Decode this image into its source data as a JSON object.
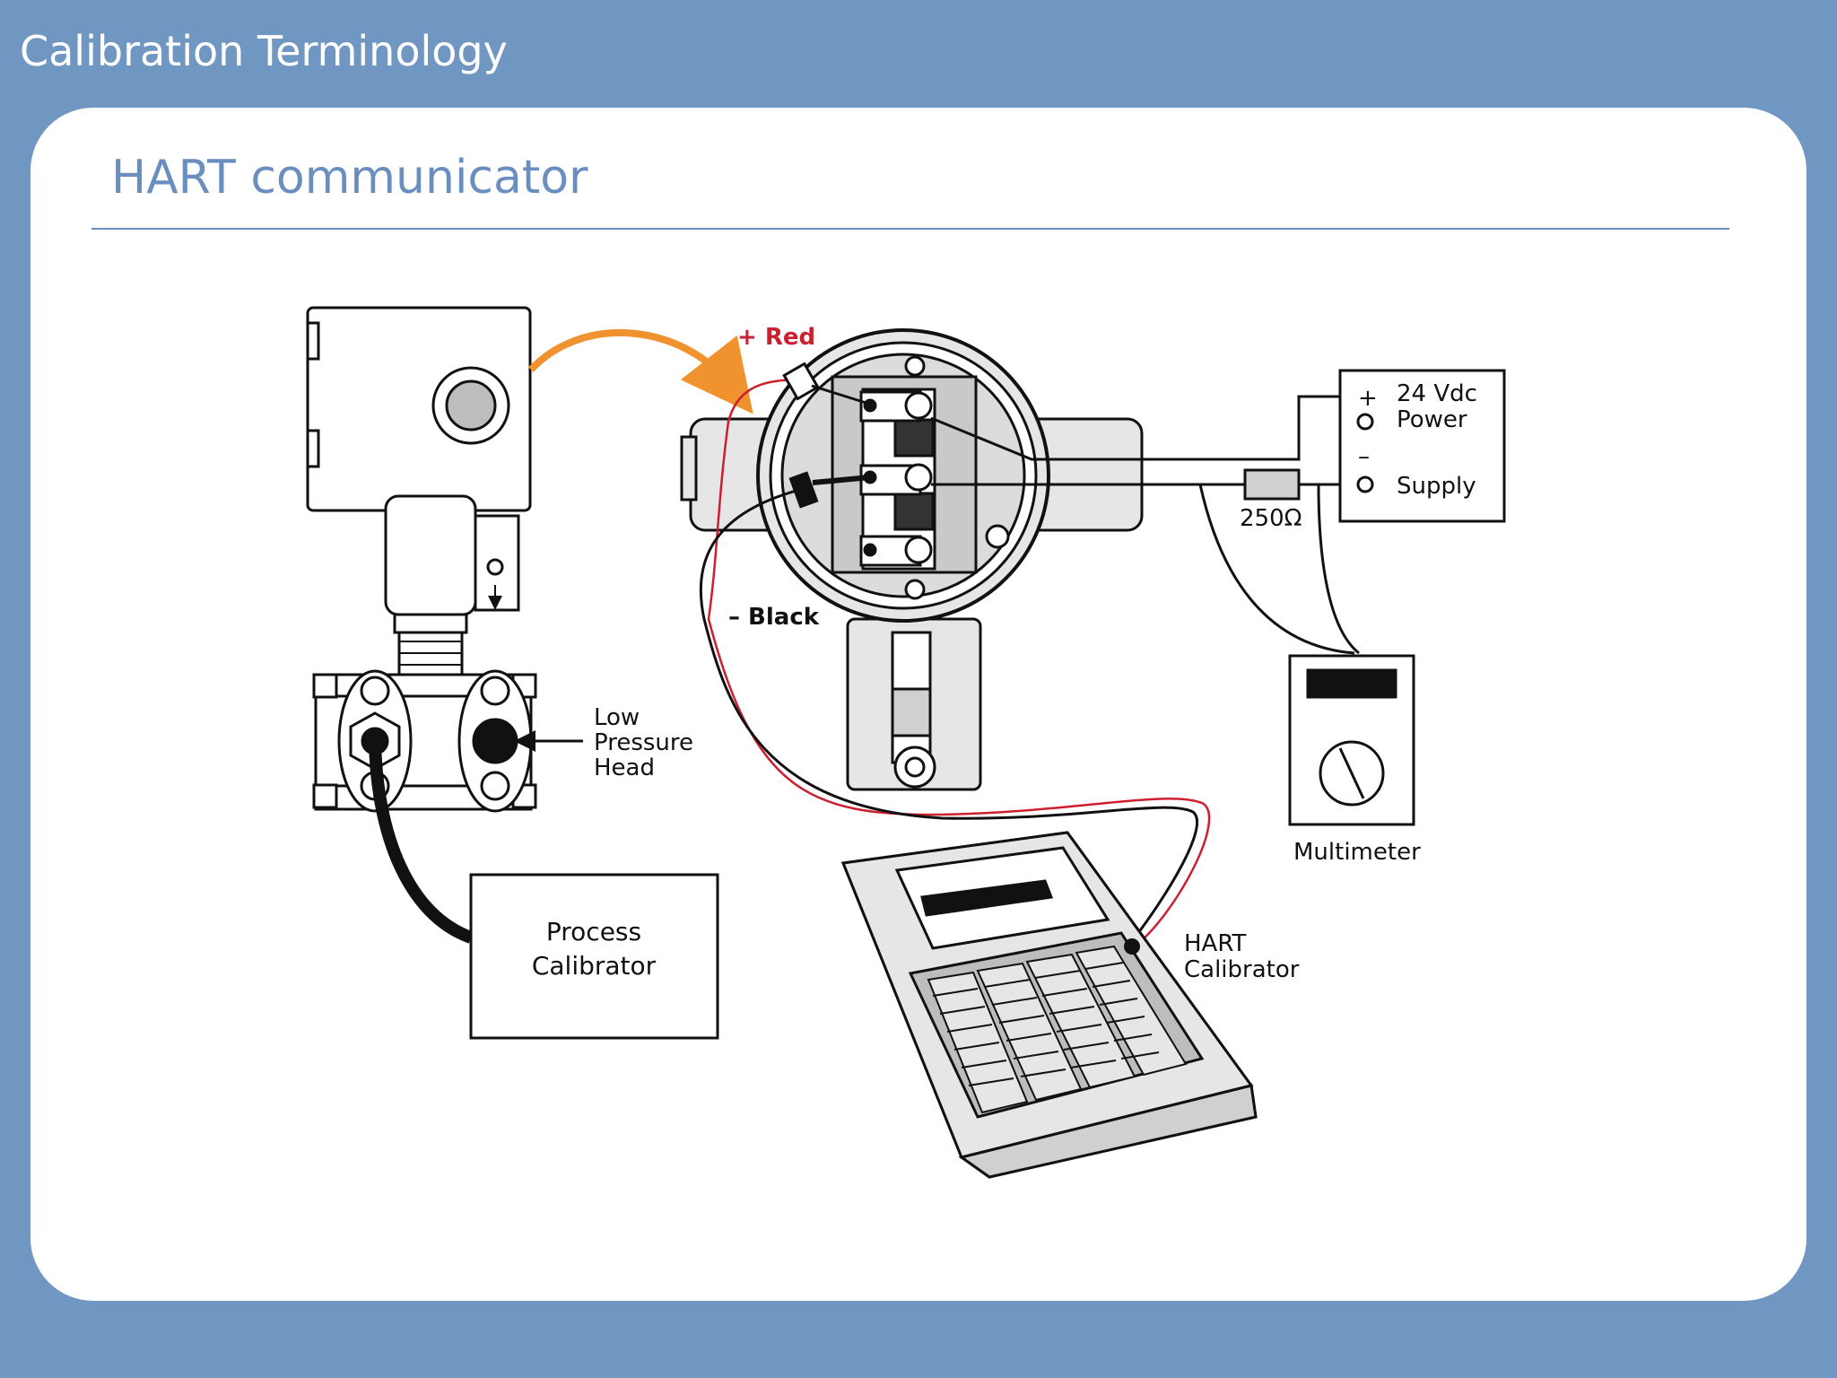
{
  "slide": {
    "title": "Calibration Terminology",
    "heading": "HART communicator"
  },
  "diagram": {
    "labels": {
      "red_wire": "+ Red",
      "black_wire": "– Black",
      "low_pressure_line1": "Low",
      "low_pressure_line2": "Pressure",
      "low_pressure_line3": "Head",
      "process_cal_line1": "Process",
      "process_cal_line2": "Calibrator",
      "power_line1": "24 Vdc",
      "power_line2": "Power",
      "power_line3": "Supply",
      "plus_sign": "+",
      "minus_sign": "–",
      "resistor": "250Ω",
      "multimeter": "Multimeter",
      "hart_cal_line1": "HART",
      "hart_cal_line2": "Calibrator"
    },
    "colors": {
      "background": "#7096c2",
      "heading": "#6a8fbf",
      "arrow": "#f0922e",
      "red_wire": "#cc1f2f",
      "body_gray": "#e6e6e6",
      "dark_gray": "#c8c8c8"
    }
  }
}
